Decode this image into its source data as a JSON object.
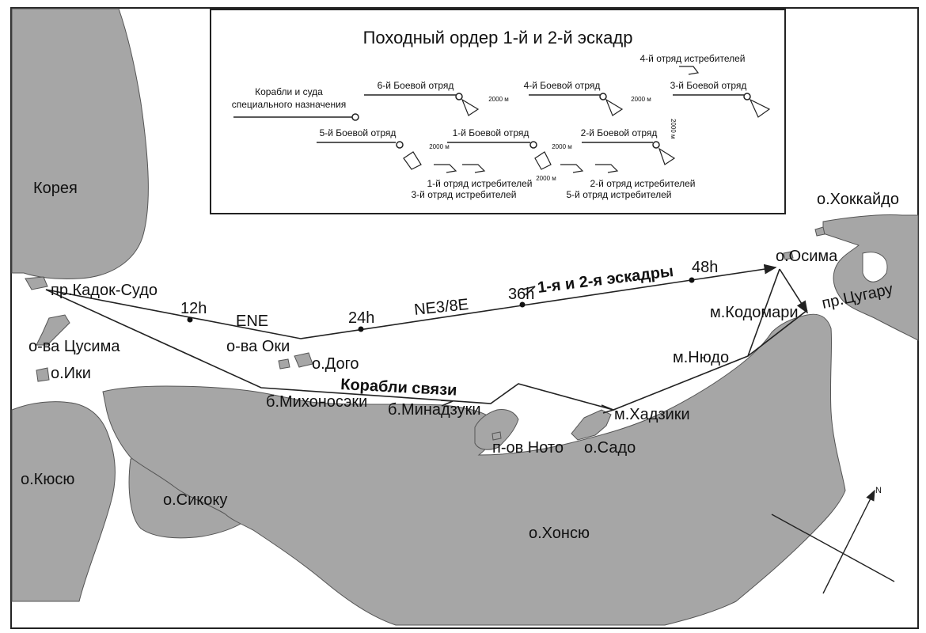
{
  "legend": {
    "title": "Походный ордер 1-й и 2-й эскадр",
    "special_ships_line1": "Корабли и суда",
    "special_ships_line2": "специального назначения",
    "det6": "6-й Боевой отряд",
    "det4": "4-й Боевой отряд",
    "det3": "3-й Боевой отряд",
    "det5": "5-й Боевой отряд",
    "det1": "1-й Боевой отряд",
    "det2": "2-й Боевой отряд",
    "destroyer4": "4-й отряд истребителей",
    "destroyer1": "1-й отряд истребителей",
    "destroyer3": "3-й отряд истребителей",
    "destroyer2": "2-й отряд истребителей",
    "destroyer5": "5-й отряд истребителей",
    "dist_a": "2000 м",
    "dist_b": "2000 м",
    "dist_c": "2000 м",
    "dist_d": "2000 м",
    "dist_e": "2000 м",
    "dist_f": "2000 м"
  },
  "places": {
    "korea": "Корея",
    "kadok": "пр.Кадок-Судо",
    "tsushima": "о-ва Цусима",
    "iki": "о.Ики",
    "kyushu": "о.Кюсю",
    "shikoku": "о.Сикоку",
    "honshu": "о.Хонсю",
    "hokkaido": "о.Хоккайдо",
    "oshima": "о.Осима",
    "tsugaru": "пр.Цугару",
    "kodomari": "м.Кодомари",
    "nyudo": "м.Нюдо",
    "hadziki": "м.Хадзики",
    "sado": "о.Садо",
    "noto": "п-ов Ното",
    "minadzuki": "б.Минадзуки",
    "mihonoseki": "б.Михоносэки",
    "oki": "о-ва Оки",
    "dogo": "о.Дого"
  },
  "routes": {
    "main": "1-я и 2-я эскадры",
    "comm": "Корабли связи",
    "course1": "ENE",
    "course2": "NE3/8E",
    "t12": "12h",
    "t24": "24h",
    "t36": "36h",
    "t48": "48h"
  },
  "compass": {
    "north": "N"
  }
}
